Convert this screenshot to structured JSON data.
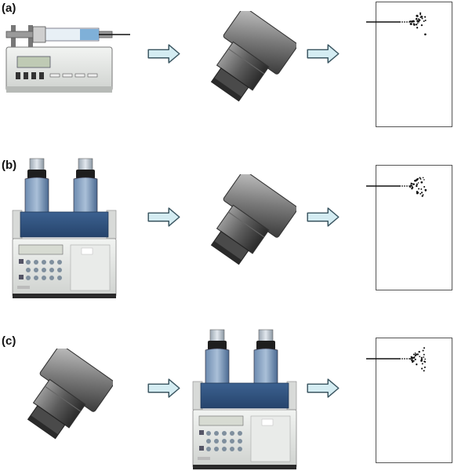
{
  "panels": [
    {
      "id": "a",
      "label": "(a)",
      "sequence": [
        "syringe-pump",
        "arrow",
        "microscope-objective",
        "arrow",
        "spray-chamber"
      ]
    },
    {
      "id": "b",
      "label": "(b)",
      "sequence": [
        "hplc-pump",
        "arrow",
        "microscope-objective",
        "arrow",
        "spray-chamber"
      ]
    },
    {
      "id": "c",
      "label": "(c)",
      "sequence": [
        "microscope-objective",
        "arrow",
        "hplc-pump",
        "arrow",
        "spray-chamber"
      ]
    }
  ],
  "colors": {
    "arrow_fill": "#d4ecf2",
    "arrow_stroke": "#3a5560",
    "objective_light": "#b8b8b8",
    "objective_dark": "#3f3f3f",
    "pump_blue": "#2f4f7a",
    "panel_gray": "#e4e6e4",
    "box_stroke": "#555555",
    "spray_dots": "#111111"
  }
}
